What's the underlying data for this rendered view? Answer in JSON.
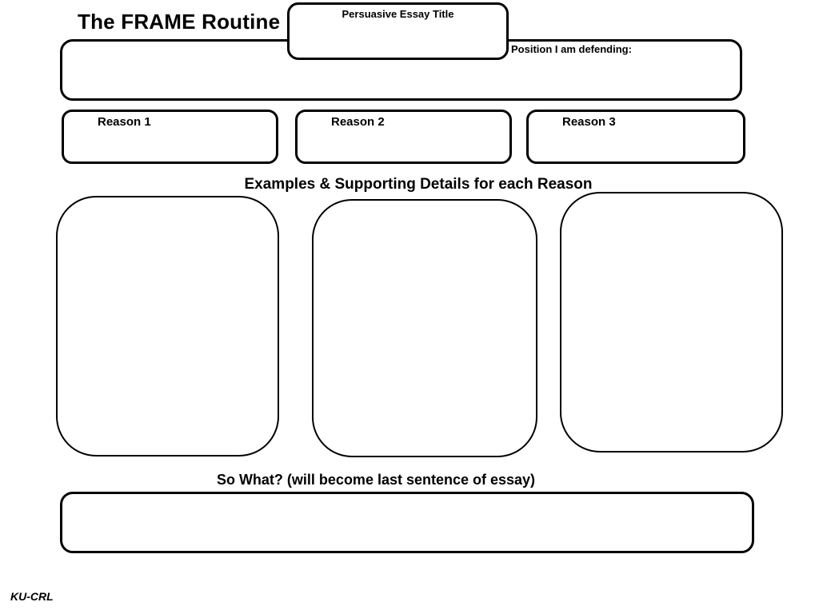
{
  "colors": {
    "ink": "#000000",
    "paper": "#ffffff"
  },
  "slide": {
    "title": "The FRAME Routine",
    "essay_title": {
      "label": "Persuasive Essay Title"
    },
    "position": {
      "label": "Position I am defending:"
    },
    "reasons": [
      {
        "label": "Reason 1"
      },
      {
        "label": "Reason 2"
      },
      {
        "label": "Reason 3"
      }
    ],
    "examples_heading": "Examples & Supporting Details for each Reason",
    "so_what_heading": "So What? (will become last sentence of essay)",
    "footer": "KU-CRL"
  }
}
